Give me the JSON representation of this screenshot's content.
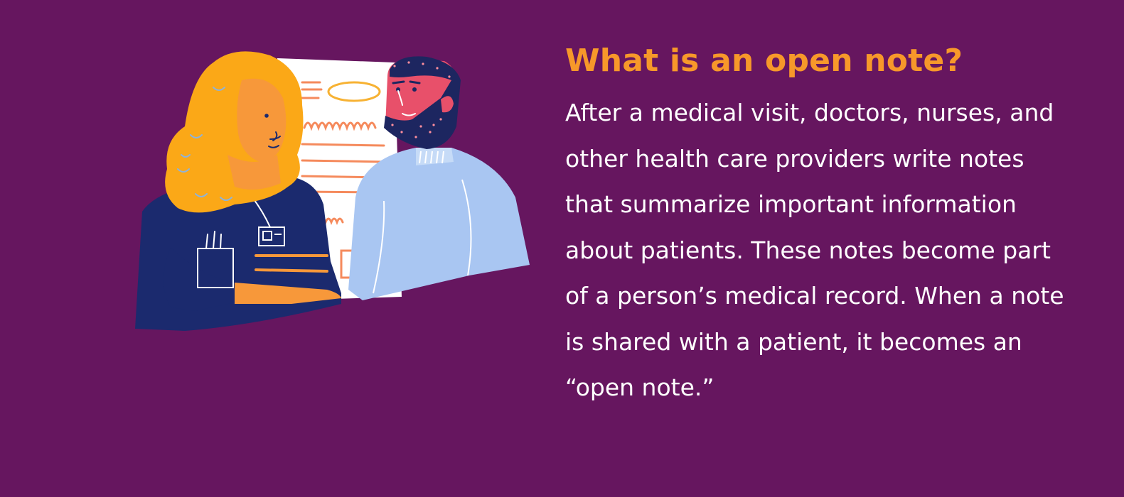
{
  "section": {
    "heading": "What is an open note?",
    "body": "After a medical visit, doctors, nurses, and other health care providers write notes that summarize important information about patients. These notes become part of a person’s medical record. When a note is shared with a patient, it becomes an “open note.”"
  },
  "colors": {
    "background": "#66165f",
    "heading": "#f7982a",
    "body_text": "#ffffff",
    "clinician_hair": "#fba817",
    "clinician_scrubs": "#1b2a6e",
    "patient_sweater": "#a9c6f2",
    "patient_beard": "#1d2660",
    "document": "#ffffff",
    "document_marks": "#f58a5c"
  },
  "illustration": {
    "clinician_icon": "clinician-illustration",
    "patient_icon": "patient-illustration",
    "document_icon": "medical-note-illustration"
  }
}
